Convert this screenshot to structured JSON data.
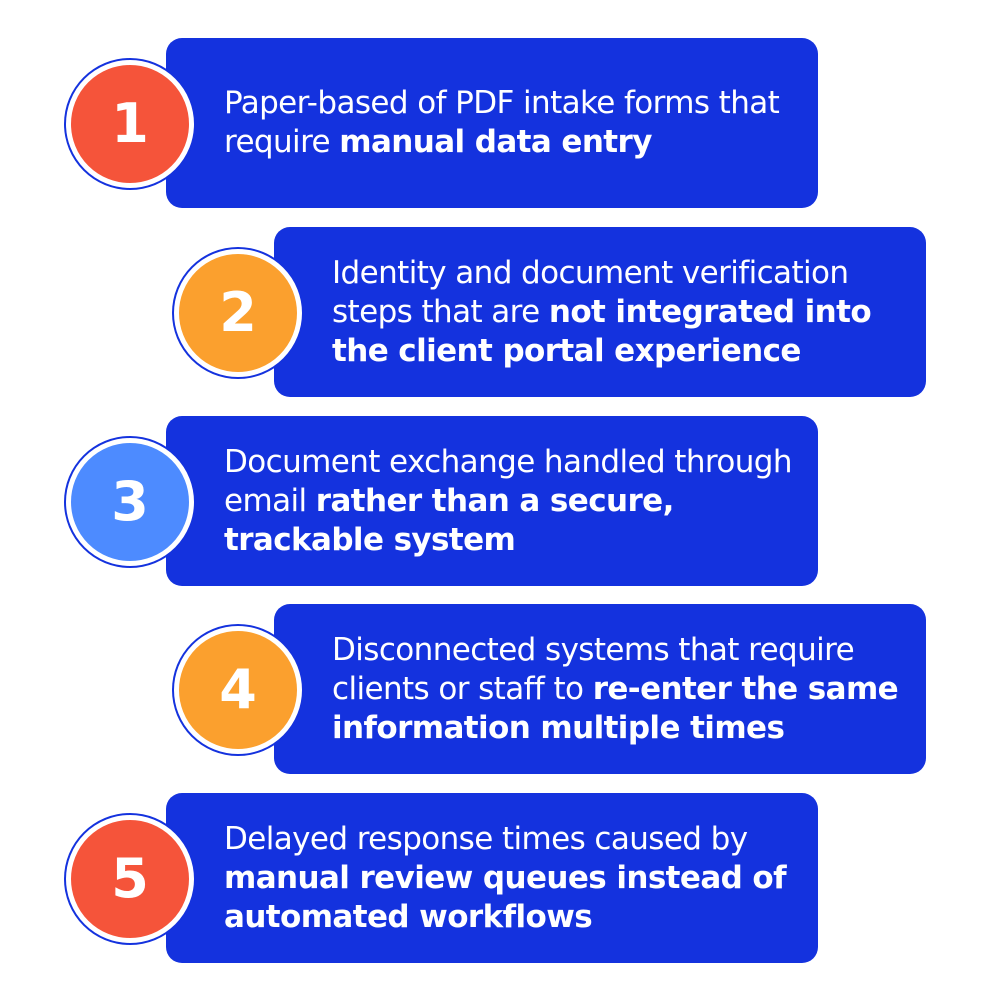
{
  "colors": {
    "card": "#1432de",
    "badge_red": "#f5543a",
    "badge_orange": "#fba02e",
    "badge_blue": "#4d8bff",
    "text": "#ffffff"
  },
  "steps": [
    {
      "number": "1",
      "badge_color": "#f5543a",
      "text_regular": "Paper-based of PDF intake forms that require ",
      "text_bold": "manual data entry"
    },
    {
      "number": "2",
      "badge_color": "#fba02e",
      "text_regular": "Identity and document verification steps that are ",
      "text_bold": "not integrated into the client portal experience"
    },
    {
      "number": "3",
      "badge_color": "#4d8bff",
      "text_regular": "Document exchange handled through email ",
      "text_bold": "rather than a secure, trackable system"
    },
    {
      "number": "4",
      "badge_color": "#fba02e",
      "text_regular": "Disconnected systems that require clients or staff to ",
      "text_bold": "re-enter the same information multiple times"
    },
    {
      "number": "5",
      "badge_color": "#f5543a",
      "text_regular": "Delayed response times caused by ",
      "text_bold": "manual review queues instead of automated workflows"
    }
  ]
}
